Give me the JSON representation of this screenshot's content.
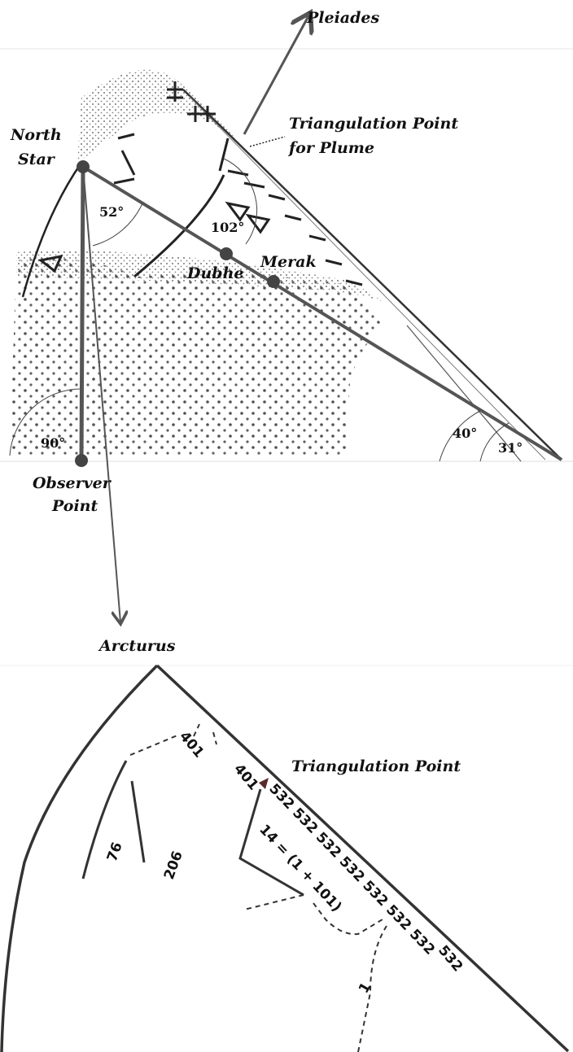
{
  "top_panel": {
    "labels": {
      "pleiades": "Pleiades",
      "north_star_1": "North",
      "north_star_2": "Star",
      "triangulation_plume_1": "Triangulation Point",
      "triangulation_plume_2": "for Plume",
      "dubhe": "Dubhe",
      "merak": "Merak",
      "observer_1": "Observer",
      "observer_2": "Point",
      "arcturus": "Arcturus"
    },
    "angles": {
      "a52": "52°",
      "a102": "102°",
      "a90": "90°",
      "a40": "40°",
      "a31": "31°"
    }
  },
  "bottom_panel": {
    "triangulation_point": "Triangulation Point",
    "numbers": {
      "n401a": "401",
      "n401b": "401",
      "n532_run": "532 532 532 532 532 532 532",
      "n532_last": "532",
      "equation": "14 = (1 + 101)",
      "n206": "206",
      "n76": "76",
      "n1": "1"
    }
  },
  "colors": {
    "line": "#555555",
    "ink": "#222222"
  }
}
